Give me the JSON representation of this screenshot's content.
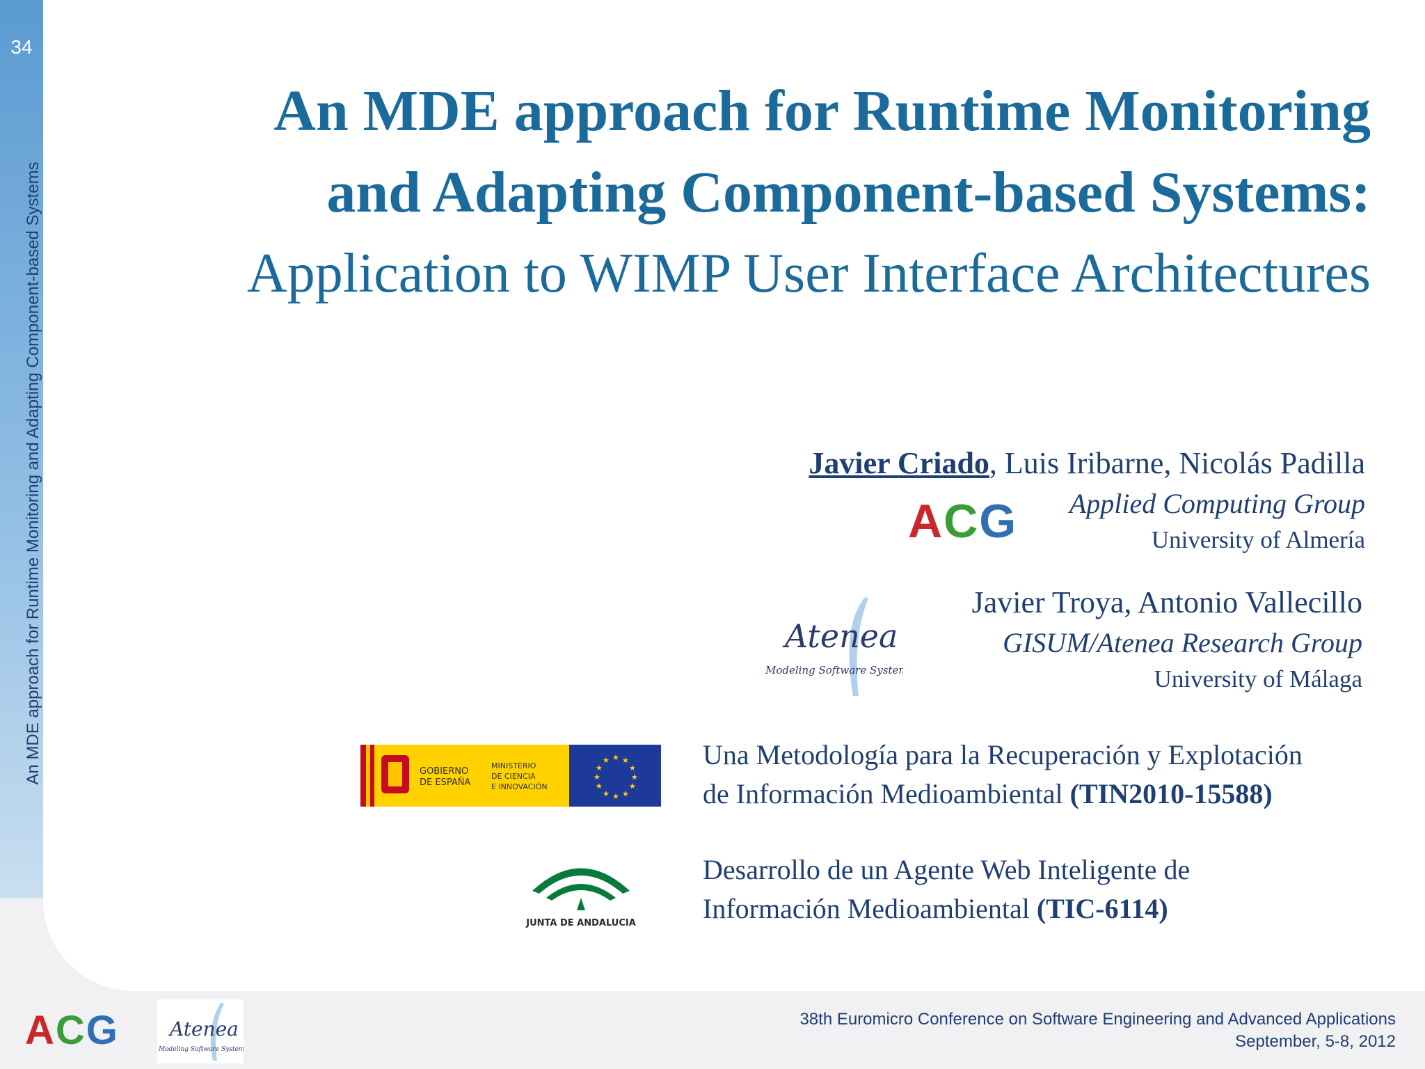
{
  "slide_number": "34",
  "sidebar_text": "An MDE approach for Runtime Monitoring and Adapting Component-based Systems",
  "title": {
    "line1": "An MDE approach for Runtime Monitoring",
    "line2": "and Adapting Component-based Systems:",
    "subtitle": "Application to WIMP User Interface Architectures"
  },
  "group1": {
    "presenter": "Javier Criado",
    "coauthors": ", Luis Iribarne, Nicolás Padilla",
    "group": "Applied Computing Group",
    "university": "University of  Almería",
    "logo": {
      "a": "A",
      "c": "C",
      "g": "G"
    }
  },
  "group2": {
    "authors": "Javier Troya, Antonio Vallecillo",
    "group": "GISUM/Atenea Research Group",
    "university": "University of  Málaga",
    "logo_name": "Atenea",
    "logo_tagline": "Modeling Software Systems"
  },
  "projects": [
    {
      "line1": "Una Metodología para la Recuperación y Explotación",
      "line2": "de Información Medioambiental ",
      "code": "(TIN2010-15588)"
    },
    {
      "line1": "Desarrollo de un Agente Web Inteligente de",
      "line2": "Información Medioambiental ",
      "code": "(TIC-6114)"
    }
  ],
  "gov_logo": {
    "gobierno": [
      "GOBIERNO",
      "DE ESPAÑA"
    ],
    "ministerio": [
      "MINISTERIO",
      "DE CIENCIA",
      "E INNOVACIÓN"
    ]
  },
  "junta_logo": "JUNTA DE ANDALUCIA",
  "footer": {
    "conference": "38th Euromicro Conference on Software Engineering and Advanced Applications",
    "dates": "September, 5-8, 2012"
  },
  "colors": {
    "title": "#1a6a9c",
    "text": "#1f3f73",
    "acg_a": "#c8282c",
    "acg_c": "#3a9d3a",
    "acg_g": "#2f6fb4"
  }
}
